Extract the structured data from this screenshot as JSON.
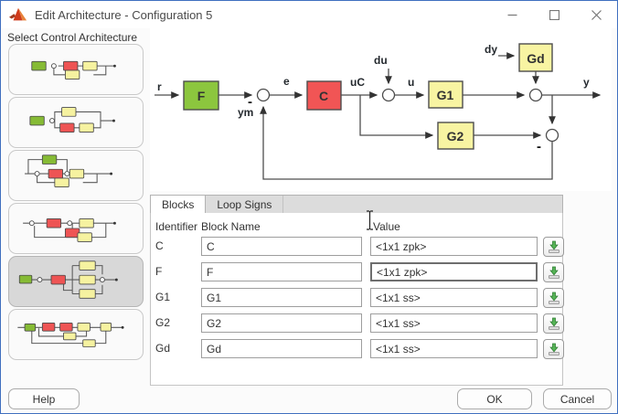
{
  "window": {
    "title": "Edit Architecture - Configuration 5"
  },
  "icons": {
    "matlab-logo": "triangular-membrane-logo",
    "minimize-icon": "horizontal-line",
    "maximize-icon": "square-outline",
    "close-icon": "x-cross",
    "import-icon": "green-arrow-down-into-tray",
    "ibeam-cursor": "text-select-pointer"
  },
  "sidebar": {
    "heading": "Select Control Architecture",
    "selected_option": 5,
    "options": [
      {
        "id": 1,
        "name": "feedback-with-prefilter"
      },
      {
        "id": 2,
        "name": "feedback-with-parallel-compensator"
      },
      {
        "id": 3,
        "name": "two-degree-of-freedom"
      },
      {
        "id": 4,
        "name": "two-loop-compensator"
      },
      {
        "id": 5,
        "name": "internal-model-control"
      },
      {
        "id": 6,
        "name": "cascade-multi-loop"
      }
    ],
    "help_label": "Help"
  },
  "diagram": {
    "signals": {
      "r": "r",
      "e": "e",
      "uC": "uC",
      "du": "du",
      "u": "u",
      "dy": "dy",
      "y": "y",
      "ym": "ym"
    },
    "minus": "-",
    "blocks": {
      "F": "F",
      "C": "C",
      "G1": "G1",
      "G2": "G2",
      "Gd": "Gd"
    }
  },
  "tabs": {
    "blocks": "Blocks",
    "loop_signs": "Loop Signs"
  },
  "table": {
    "headers": [
      "Identifier",
      "Block Name",
      "Value"
    ],
    "rows": [
      {
        "identifier": "C",
        "block_name": "C",
        "value": "<1x1 zpk>"
      },
      {
        "identifier": "F",
        "block_name": "F",
        "value": "<1x1 zpk>"
      },
      {
        "identifier": "G1",
        "block_name": "G1",
        "value": "<1x1 ss>"
      },
      {
        "identifier": "G2",
        "block_name": "G2",
        "value": "<1x1 ss>"
      },
      {
        "identifier": "Gd",
        "block_name": "Gd",
        "value": "<1x1 ss>"
      }
    ]
  },
  "footer": {
    "ok": "OK",
    "cancel": "Cancel"
  }
}
